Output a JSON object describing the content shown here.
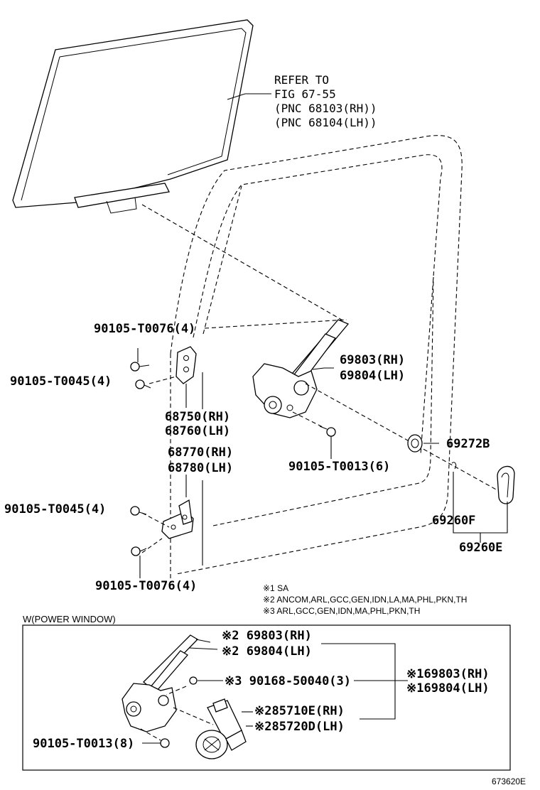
{
  "refer": {
    "line1": "REFER TO",
    "line2": "FIG 67-55",
    "line3": "(PNC 68103(RH))",
    "line4": "(PNC 68104(LH))"
  },
  "labels": {
    "bolt_t0076_top": "90105-T0076(4)",
    "bolt_t0045_top": "90105-T0045(4)",
    "hinge_upper_rh": "68750(RH)",
    "hinge_upper_lh": "68760(LH)",
    "hinge_lower_rh": "68770(RH)",
    "hinge_lower_lh": "68780(LH)",
    "bolt_t0045_bottom": "90105-T0045(4)",
    "bolt_t0076_bottom": "90105-T0076(4)",
    "regulator_rh": "69803(RH)",
    "regulator_lh": "69804(LH)",
    "bolt_t0013": "90105-T0013(6)",
    "cap": "69272B",
    "handle_part": "69260F",
    "handle": "69260E"
  },
  "notes": {
    "n1": "※1 SA",
    "n2": "※2 ANCOM,ARL,GCC,GEN,IDN,LA,MA,PHL,PKN,TH",
    "n3": "※3 ARL,GCC,GEN,IDN,MA,PHL,PKN,TH"
  },
  "power_window": {
    "title": "W(POWER WINDOW)",
    "reg_rh": "※2 69803(RH)",
    "reg_lh": "※2 69804(LH)",
    "bolt_50040": "※3 90168-50040(3)",
    "motor_rh": "※285710E(RH)",
    "motor_lh": "※285720D(LH)",
    "assy_rh": "※169803(RH)",
    "assy_lh": "※169804(LH)",
    "bolt_t0013": "90105-T0013(8)"
  },
  "figure_id": "673620E"
}
